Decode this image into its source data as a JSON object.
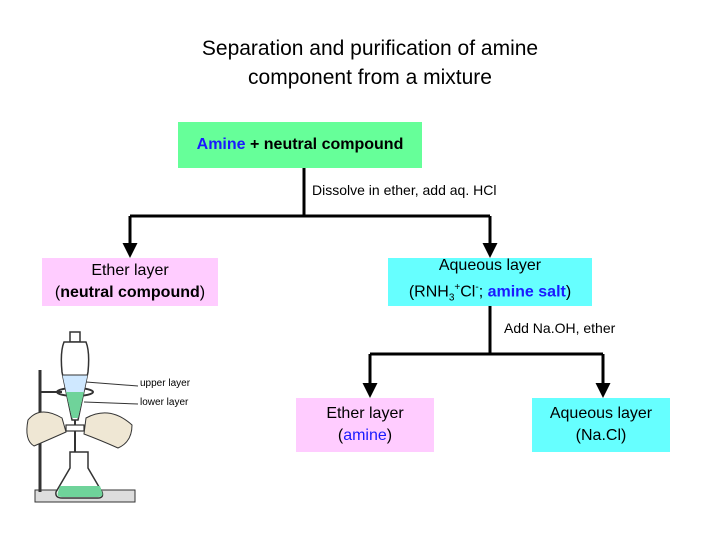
{
  "title": {
    "line1": "Separation and purification of amine",
    "line2": "component from a mixture"
  },
  "start": {
    "amine": "Amine",
    "rest": " + neutral compound"
  },
  "step1": {
    "label": "Dissolve in ether, add aq. HCl"
  },
  "ether1": {
    "line1": "Ether layer",
    "open": "(",
    "compound": "neutral compound",
    "close": ")"
  },
  "aqueous1": {
    "line1": "Aqueous layer",
    "open": "(RNH",
    "sub": "3",
    "sup": "+",
    "cl": "Cl",
    "clsup": "-",
    "sep": "; ",
    "salt": "amine salt",
    "close": ")"
  },
  "step2": {
    "label": "Add Na.OH, ether"
  },
  "ether2": {
    "line1": "Ether layer",
    "open": "(",
    "compound": "amine",
    "close": ")"
  },
  "aqueous2": {
    "line1": "Aqueous layer",
    "line2": "(Na.Cl)"
  },
  "apparatus": {
    "upper": "upper layer",
    "lower": "lower layer"
  },
  "colors": {
    "start_box": "#66ff99",
    "ether_box": "#ffccff",
    "aqueous_box": "#66ffff",
    "highlight_text": "#1a1aff",
    "upper_liquid": "#cfe8ff",
    "lower_liquid": "#6fd39a"
  }
}
